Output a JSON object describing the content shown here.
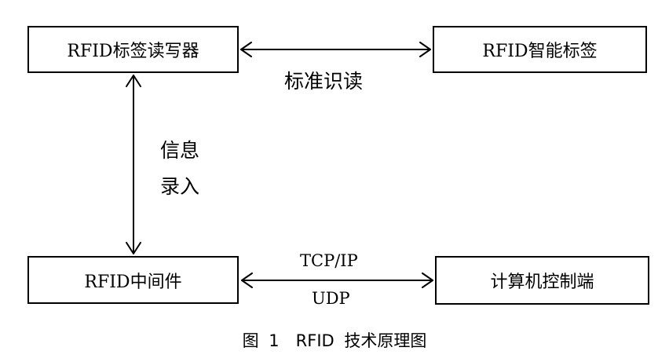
{
  "nodes": {
    "reader": "RFID标签读写器",
    "tag": "RFID智能标签",
    "middleware": "RFID中间件",
    "computer": "计算机控制端"
  },
  "edges": {
    "reader_tag": "标准识读",
    "reader_middleware_line1": "信息",
    "reader_middleware_line2": "录入",
    "middleware_computer_top": "TCP/IP",
    "middleware_computer_bottom": "UDP"
  },
  "caption": "图 1　RFID 技术原理图"
}
